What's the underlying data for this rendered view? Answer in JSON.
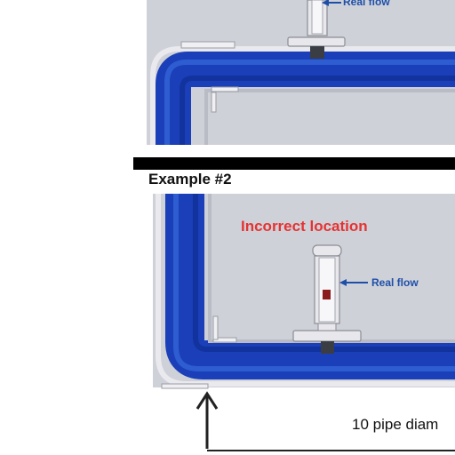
{
  "example": {
    "heading": "Example #2"
  },
  "status": {
    "incorrect_location": "Incorrect location"
  },
  "labels": {
    "flow_top": "Real flow",
    "flow_bottom": "Real flow",
    "distance": "10 pipe diam"
  },
  "colors": {
    "panel": "#cfd1d8",
    "pipe_flow": "#1a3fb8",
    "warning": "#e53333",
    "label_blue": "#1e4fa8"
  },
  "icons": [
    "up-arrow-icon",
    "flow-arrow-icon",
    "flowmeter-icon"
  ]
}
